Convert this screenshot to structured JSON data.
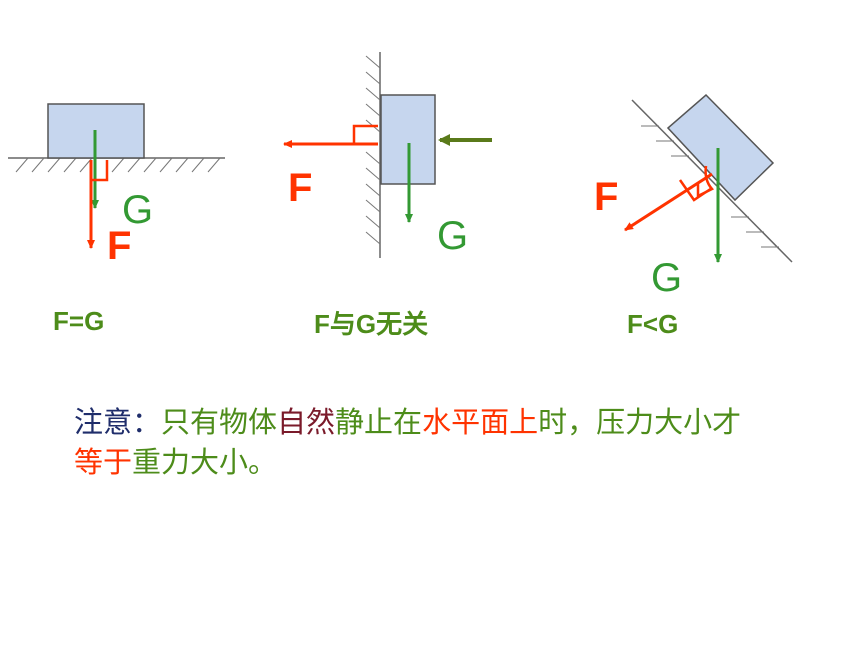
{
  "colors": {
    "force_red": "#ff3300",
    "gravity_green": "#339933",
    "caption_green": "#4d8c1a",
    "block_fill": "#c6d6ee",
    "push_arrow": "#5a7a1a",
    "note_dark": "#1f2d6b",
    "note_maroon": "#7a1a2a"
  },
  "diagram_horizontal": {
    "force_label": "F",
    "gravity_label": "G",
    "caption": "F=G"
  },
  "diagram_wall": {
    "force_label": "F",
    "gravity_label": "G",
    "caption": "F与G无关"
  },
  "diagram_incline": {
    "force_label": "F",
    "gravity_label": "G",
    "caption": "F<G"
  },
  "note": {
    "seg1": "注意：",
    "seg2": "只有物体",
    "seg3": "自然",
    "seg4": "静止在",
    "seg5": "水平面上",
    "seg6": "时，压力大小才",
    "seg7": "等于",
    "seg8": "重力大小。"
  }
}
